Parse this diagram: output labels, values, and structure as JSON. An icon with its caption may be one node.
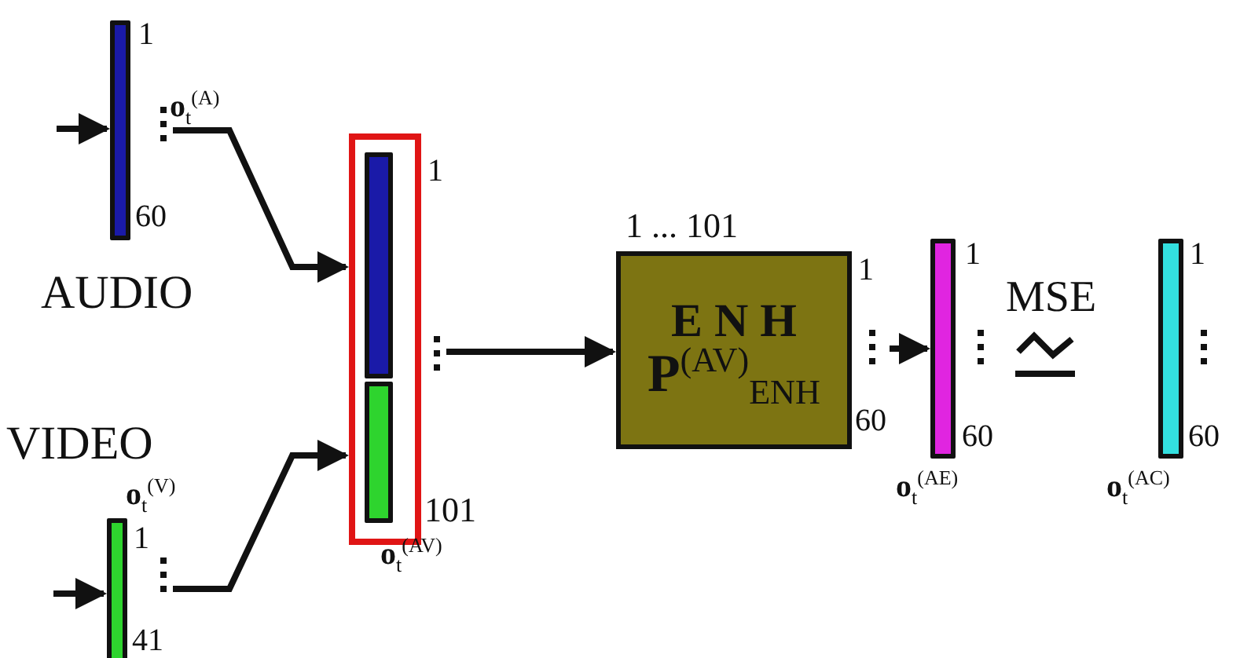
{
  "diagram": {
    "nodes": [
      {
        "text": [],
        "shape": "bar",
        "beside": [
          "1",
          "**o**$_{t}$$^{(A)}$",
          "60",
          "AUDIO"
        ]
      },
      {
        "text": [],
        "shape": "bar",
        "beside": [
          "VIDEO",
          "**o**$_{t}$$^{(V)}$",
          "1",
          "41"
        ]
      },
      {
        "text": [],
        "shape": "box",
        "beside": [
          "1",
          "101",
          "**o**$_{t}$$^{(AV)}$"
        ]
      },
      {
        "text": [],
        "shape": "bar",
        "in": 2
      },
      {
        "text": [],
        "shape": "bar",
        "in": 2
      },
      {
        "text": [
          "E N H",
          "**P**$^{(AV)}$$_{ENH}$"
        ],
        "beside": [
          "1 ... 101",
          "1",
          "60"
        ]
      },
      {
        "text": [],
        "shape": "bar",
        "beside": [
          "1",
          "60",
          "**o**$_{t}$$^{(AE)}$"
        ]
      },
      {
        "text": [],
        "shape": "bar",
        "beside": [
          "1",
          "60",
          "**o**$_{t}$$^{(AC)}$"
        ]
      }
    ],
    "edges": [
      {
        "from": null,
        "to": 0,
        "arrow": "to"
      },
      {
        "from": null,
        "to": 1,
        "arrow": "to"
      },
      {
        "from": 0,
        "to": 2,
        "arrow": "to"
      },
      {
        "from": 1,
        "to": 2,
        "arrow": "to"
      },
      {
        "from": 2,
        "to": 5,
        "arrow": "to"
      },
      {
        "from": 5,
        "to": 6,
        "arrow": "to"
      }
    ],
    "labels": [
      "MSE"
    ]
  }
}
